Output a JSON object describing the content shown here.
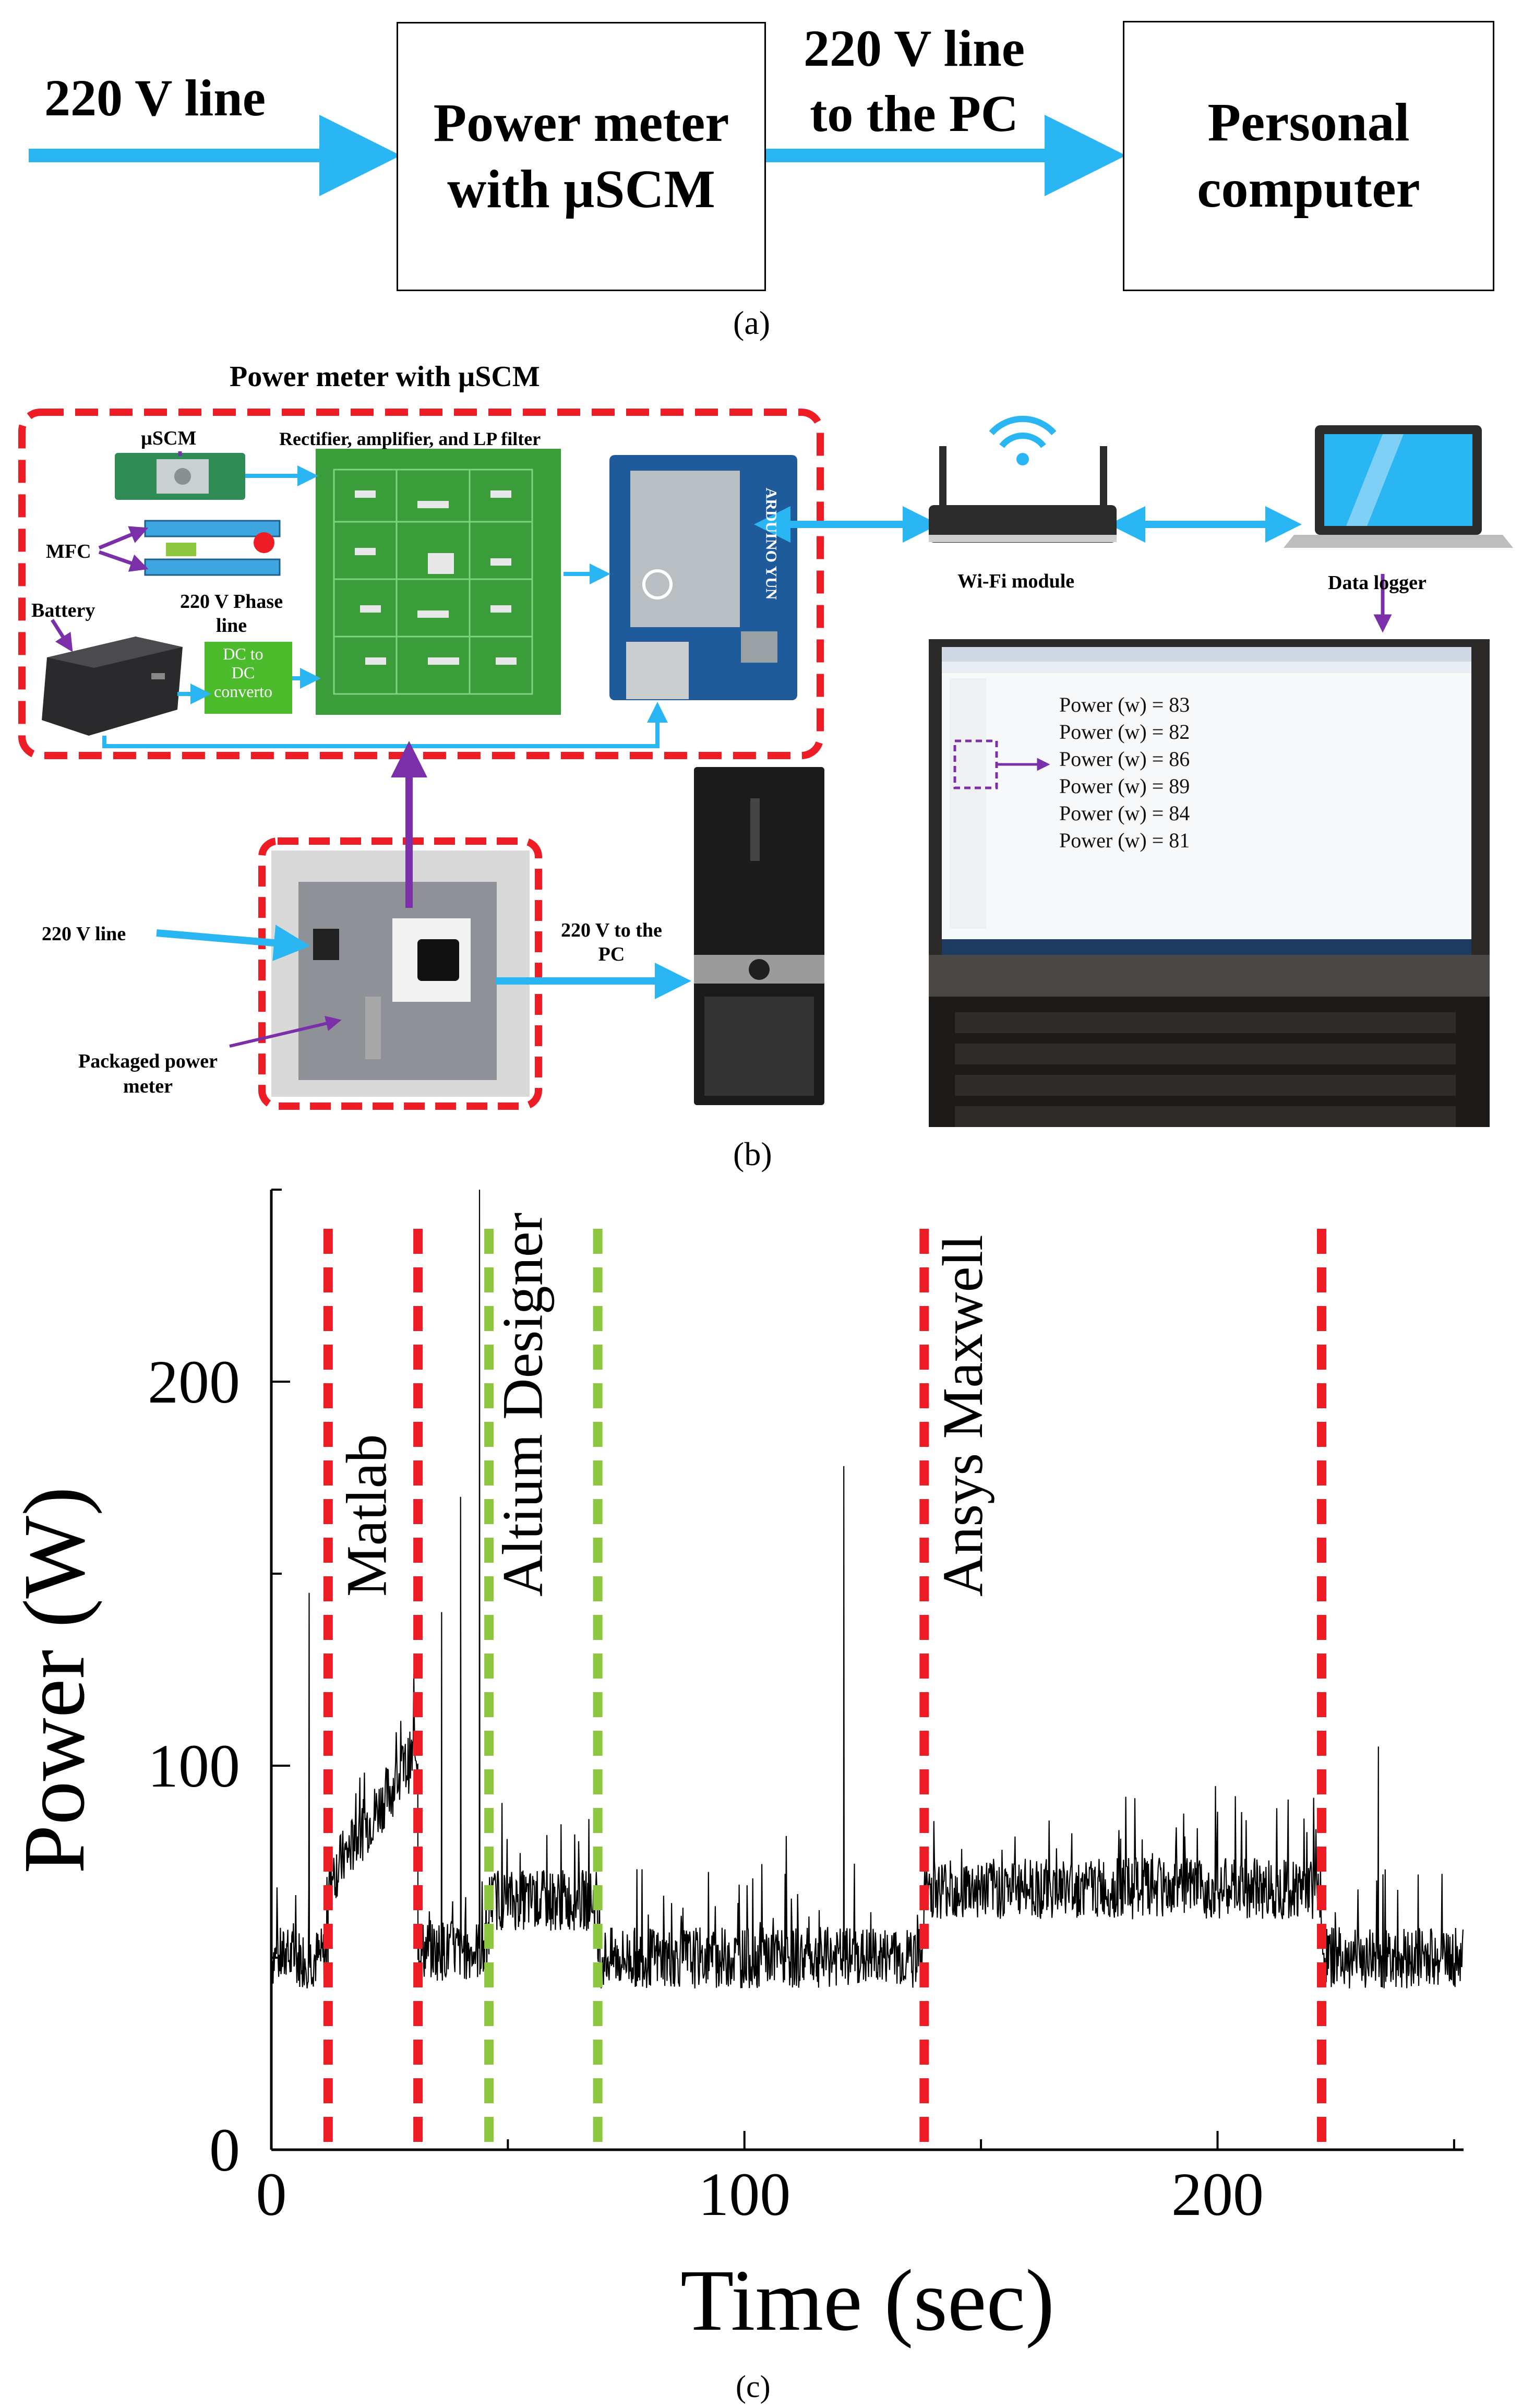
{
  "panel_a": {
    "input_label": "220 V line",
    "meter_box": [
      "Power meter",
      "with µSCM"
    ],
    "link_label": [
      "220 V line",
      "to the PC"
    ],
    "pc_box": [
      "Personal",
      "computer"
    ],
    "caption": "(a)"
  },
  "panel_b": {
    "title": "Power meter with µSCM",
    "uscm": "µSCM",
    "rectifier": "Rectifier, amplifier, and LP filter",
    "mfc": "MFC",
    "phase_line": [
      "220 V Phase",
      "line"
    ],
    "battery": "Battery",
    "dcdc": [
      "DC to",
      "DC",
      "converto"
    ],
    "board_text": "ARDUINO YUN",
    "wifi": "Wi-Fi module",
    "logger": "Data logger",
    "line_in": "220 V line",
    "packaged": [
      "Packaged power",
      "meter"
    ],
    "to_pc": [
      "220 V  to the",
      "PC"
    ],
    "readings": [
      "Power (w) = 83",
      "Power (w) = 82",
      "Power (w) = 86",
      "Power (w) = 89",
      "Power (w) = 84",
      "Power (w) = 81"
    ],
    "caption": "(b)"
  },
  "panel_c": {
    "caption": "(c)"
  },
  "colors": {
    "arrow": "#29b6f2",
    "red_dash": "#ee1c24",
    "green_dash": "#8dc63f",
    "purple": "#7b2fa8",
    "pcb": "#3a9d3a"
  },
  "chart_data": {
    "type": "line",
    "xlabel": "Time (sec)",
    "ylabel": "Power (W)",
    "xlim": [
      0,
      252
    ],
    "ylim": [
      0,
      250
    ],
    "xticks": [
      0,
      100,
      200
    ],
    "yticks": [
      0,
      100,
      200
    ],
    "segments": [
      {
        "x_start": 0,
        "x_end": 12,
        "baseline": 50
      },
      {
        "x_start": 12,
        "x_end": 31,
        "baseline": 95
      },
      {
        "x_start": 31,
        "x_end": 46,
        "baseline": 52
      },
      {
        "x_start": 46,
        "x_end": 69,
        "baseline": 65
      },
      {
        "x_start": 69,
        "x_end": 138,
        "baseline": 50
      },
      {
        "x_start": 138,
        "x_end": 222,
        "baseline": 68
      },
      {
        "x_start": 222,
        "x_end": 252,
        "baseline": 50
      }
    ],
    "peaks": [
      [
        8,
        145
      ],
      [
        36,
        140
      ],
      [
        40,
        170
      ],
      [
        44,
        250
      ],
      [
        121,
        178
      ],
      [
        234,
        105
      ],
      [
        200,
        88
      ]
    ],
    "markers": [
      {
        "x": 12,
        "color": "red"
      },
      {
        "x": 31,
        "color": "red"
      },
      {
        "x": 46,
        "color": "green"
      },
      {
        "x": 69,
        "color": "green"
      },
      {
        "x": 138,
        "color": "red"
      },
      {
        "x": 222,
        "color": "red"
      }
    ],
    "annotations": [
      {
        "text": "Matlab",
        "x": 22
      },
      {
        "text": "Altium Designer",
        "x": 55
      },
      {
        "text": "Ansys Maxwell",
        "x": 148
      }
    ]
  }
}
